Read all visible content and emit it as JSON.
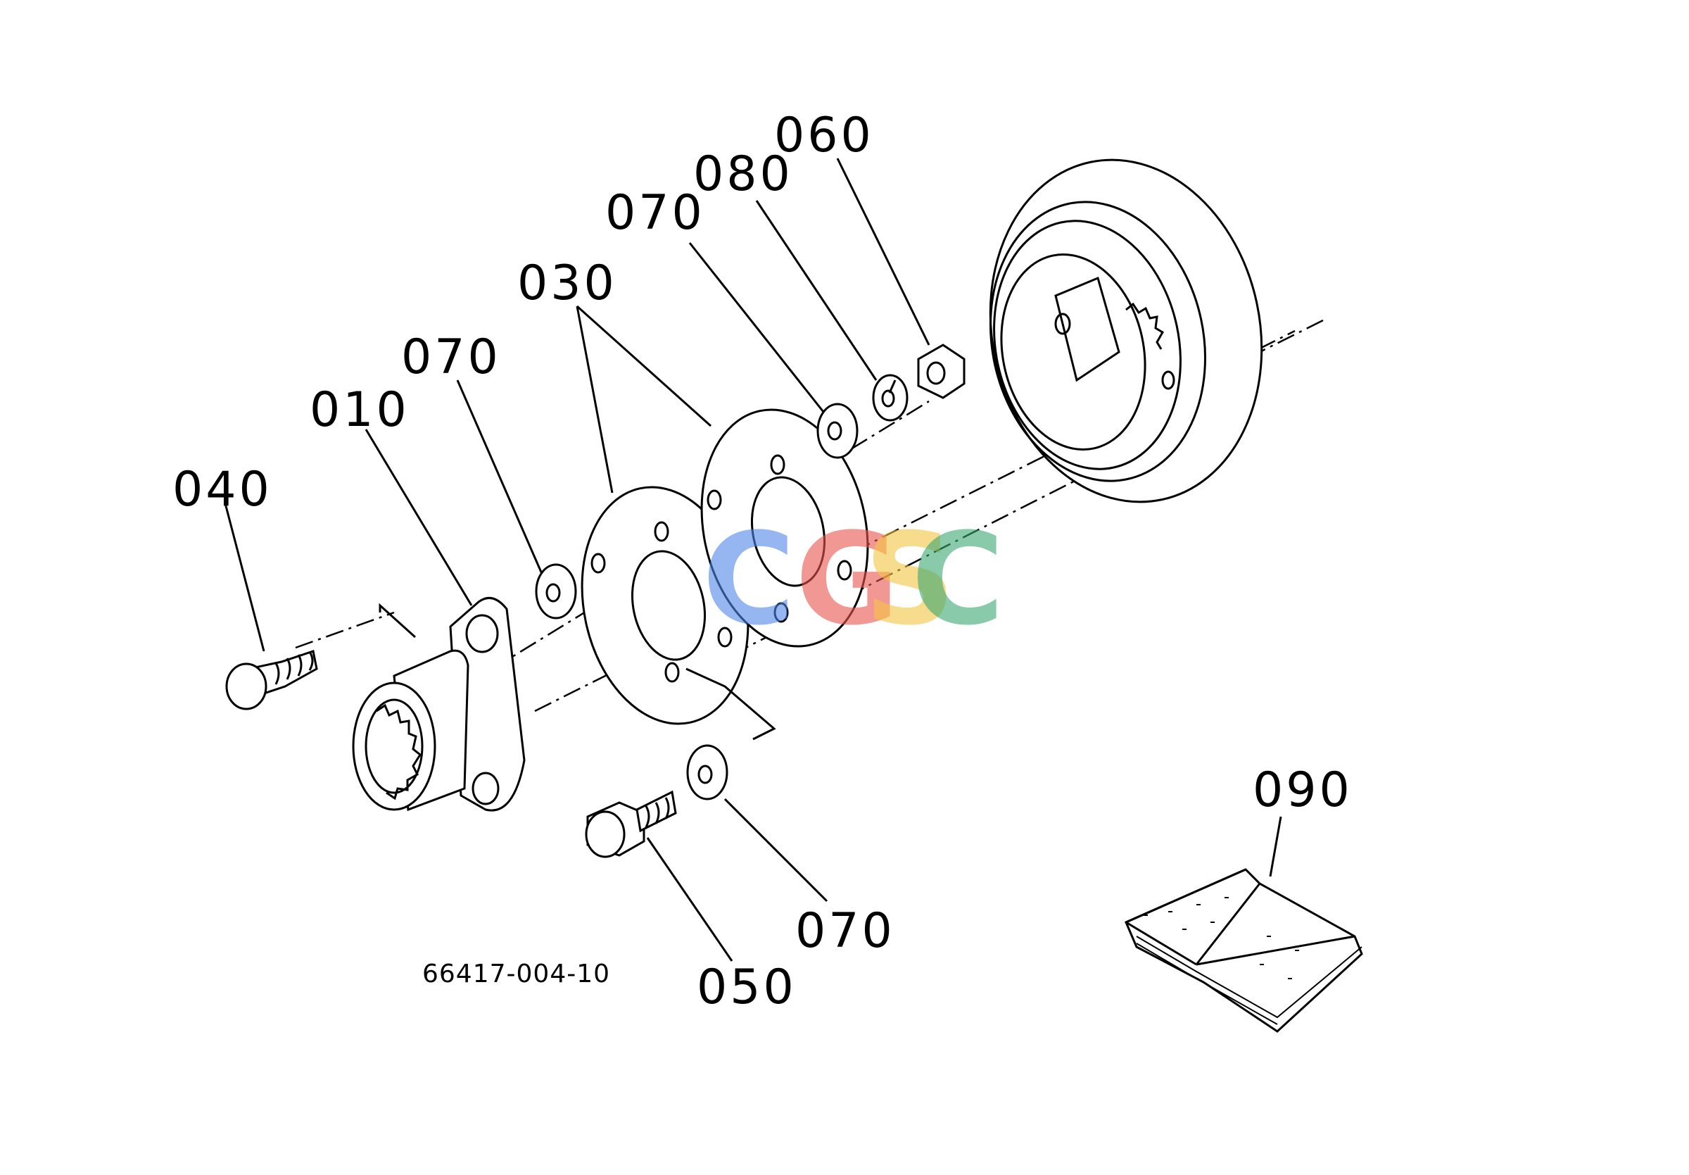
{
  "drawing_number": "66417-004-10",
  "watermark": {
    "letters": [
      "C",
      "G",
      "S",
      "C"
    ],
    "colors": [
      "#4f86e8",
      "#e8554f",
      "#f5c542",
      "#3aa872"
    ]
  },
  "callouts": [
    {
      "id": "c040",
      "label": "040"
    },
    {
      "id": "c010",
      "label": "010"
    },
    {
      "id": "c070a",
      "label": "070"
    },
    {
      "id": "c030",
      "label": "030"
    },
    {
      "id": "c070b",
      "label": "070"
    },
    {
      "id": "c080",
      "label": "080"
    },
    {
      "id": "c060",
      "label": "060"
    },
    {
      "id": "c090",
      "label": "090"
    },
    {
      "id": "c070c",
      "label": "070"
    },
    {
      "id": "c050",
      "label": "050"
    }
  ]
}
